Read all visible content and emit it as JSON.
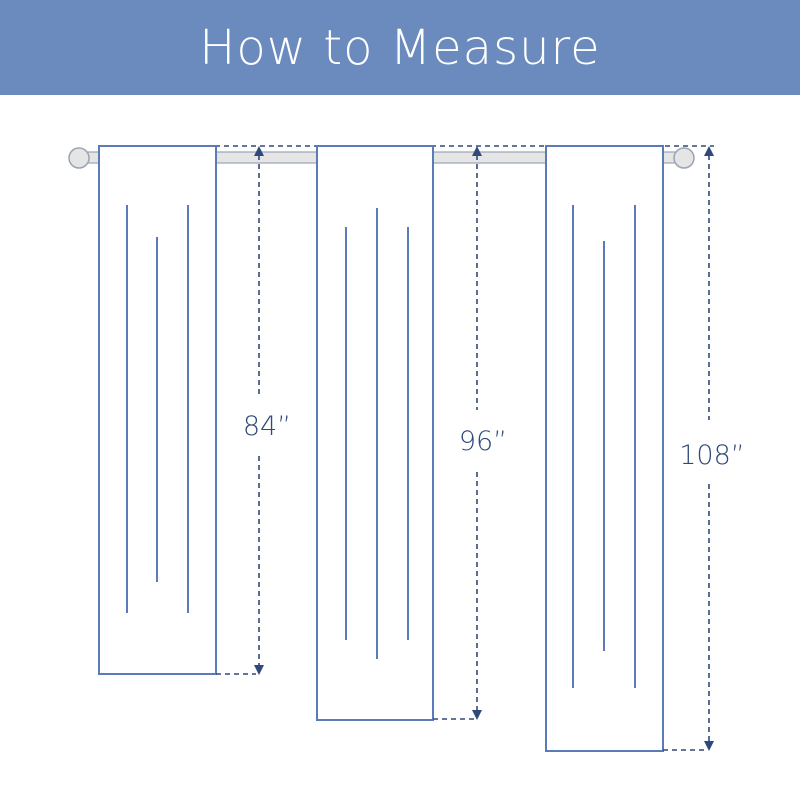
{
  "header": {
    "title": "How to Measure"
  },
  "colors": {
    "header_background": "#6b8bbf",
    "line_blue": "#5b7bb8",
    "dark_navy": "#2f4a7a",
    "rod_fill": "#e5e5e5",
    "rod_stroke": "#9aa4b4"
  },
  "measurements": [
    {
      "label": "84”"
    },
    {
      "label": "96”"
    },
    {
      "label": "108”"
    }
  ]
}
